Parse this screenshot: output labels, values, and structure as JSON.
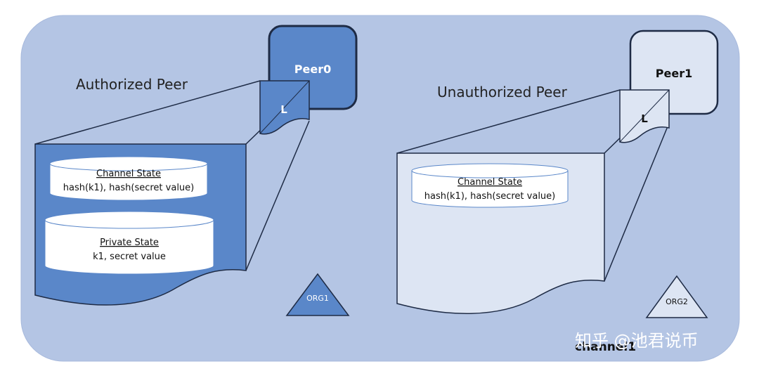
{
  "colors": {
    "panel_fill": "#b4c5e4",
    "authorized_blue": "#5a87c9",
    "unauth_fill": "#dde5f3",
    "stroke_dark": "#1e2b45",
    "white": "#ffffff"
  },
  "authorized": {
    "title": "Authorized Peer",
    "peer_label": "Peer0",
    "ledger_label": "L",
    "channel_state": {
      "heading": "Channel State",
      "value": "hash(k1), hash(secret value)"
    },
    "private_state": {
      "heading": "Private State",
      "value": "k1, secret value"
    },
    "org_label": "ORG1"
  },
  "unauthorized": {
    "title": "Unauthorized Peer",
    "peer_label": "Peer1",
    "ledger_label": "L",
    "channel_state": {
      "heading": "Channel State",
      "value": "hash(k1), hash(secret value)"
    },
    "org_label": "ORG2"
  },
  "footer": {
    "channel_label": "channel1",
    "watermark": "知乎 @池君说币"
  }
}
